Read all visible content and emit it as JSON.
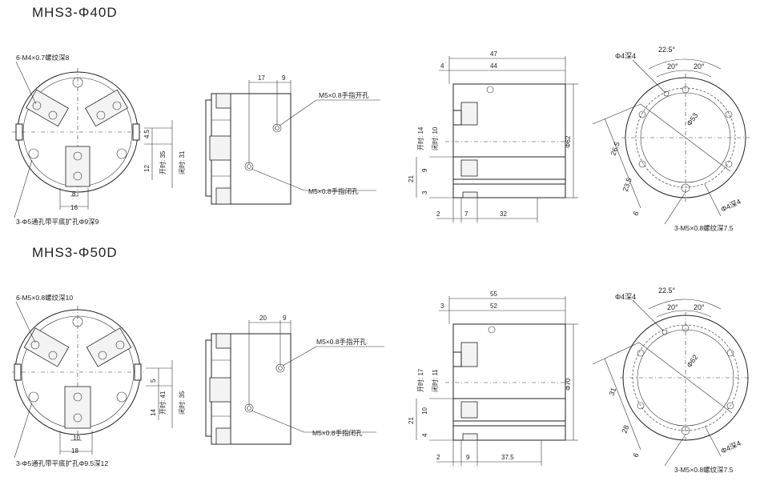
{
  "sections": [
    {
      "model": "MHS3-Φ40D",
      "front": {
        "thread_note": "6-M4×0.7螺纹深8",
        "hole_note": "3-Φ5通孔带平底扩孔Φ9深9",
        "dim_a": "8",
        "dim_b": "16",
        "dim_c": "4.5",
        "dim_d": "12",
        "open_label": "开时: 35",
        "close_label": "闭时: 31"
      },
      "side": {
        "dim_a": "17",
        "dim_b": "9",
        "port_open": "M5×0.8手指开孔",
        "port_close": "M5×0.8手指闭孔"
      },
      "profile": {
        "dim_top1": "47",
        "dim_top2": "44",
        "dim_left_top": "4",
        "open_label": "开时: 14",
        "close_label": "闭时: 10",
        "dim_9": "9",
        "dim_21": "21",
        "dim_3": "3",
        "dim_2": "2",
        "dim_7": "7",
        "dim_32": "32",
        "dia": "Φ62"
      },
      "bottom": {
        "pin_note": "Φ4深4",
        "angle_a": "22.5°",
        "angle_b": "20°",
        "angle_c": "20°",
        "dia": "Φ53",
        "dim_a": "26.5",
        "dim_b": "23.5",
        "dim_c": "6",
        "pin_note2": "Φ4深4",
        "thread_note": "3-M5×0.8螺纹深7.5"
      }
    },
    {
      "model": "MHS3-Φ50D",
      "front": {
        "thread_note": "6-M5×0.8螺纹深10",
        "hole_note": "3-Φ5通孔带平底扩孔Φ9.5深12",
        "dim_a": "10",
        "dim_b": "18",
        "dim_c": "5",
        "dim_d": "14",
        "open_label": "开时: 41",
        "close_label": "闭时: 35"
      },
      "side": {
        "dim_a": "20",
        "dim_b": "9",
        "port_open": "M5×0.8手指开孔",
        "port_close": "M5×0.8手指闭孔"
      },
      "profile": {
        "dim_top1": "55",
        "dim_top2": "52",
        "dim_left_top": "3",
        "open_label": "开时: 17",
        "close_label": "闭时: 11",
        "dim_9": "10",
        "dim_21": "21",
        "dim_3": "4",
        "dim_2": "2",
        "dim_7": "9",
        "dim_32": "37.5",
        "dia": "Φ70"
      },
      "bottom": {
        "pin_note": "Φ4深4",
        "angle_a": "22.5°",
        "angle_b": "20°",
        "angle_c": "20°",
        "dia": "Φ62",
        "dim_a": "31",
        "dim_b": "28",
        "dim_c": "6",
        "pin_note2": "Φ4深4",
        "thread_note": "3-M5×0.8螺纹深7.5"
      }
    }
  ]
}
